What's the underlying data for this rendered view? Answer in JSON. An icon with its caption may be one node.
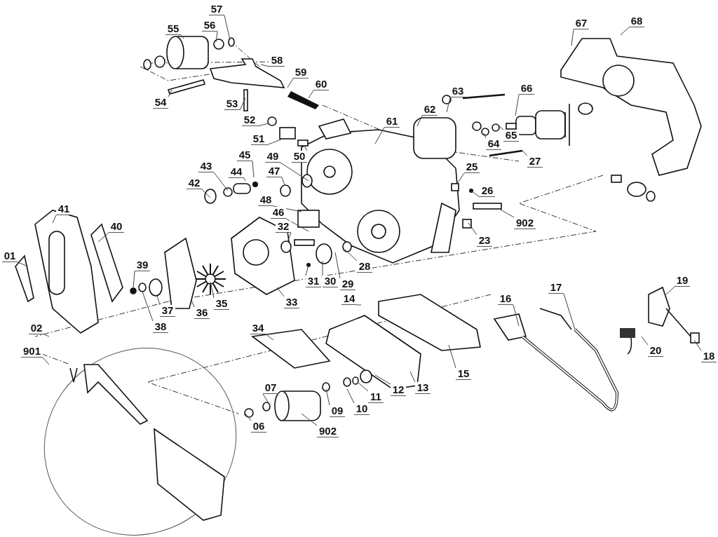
{
  "diagram": {
    "nodes": [
      {
        "text": [
          "57"
        ]
      },
      {
        "text": [
          "68"
        ]
      },
      {
        "text": [
          "67"
        ]
      },
      {
        "text": [
          "56"
        ]
      },
      {
        "text": [
          "55"
        ]
      },
      {
        "text": [
          "58"
        ]
      },
      {
        "text": [
          "59"
        ]
      },
      {
        "text": [
          "60"
        ]
      },
      {
        "text": [
          "66"
        ]
      },
      {
        "text": [
          "63"
        ]
      },
      {
        "text": [
          "54"
        ]
      },
      {
        "text": [
          "53"
        ]
      },
      {
        "text": [
          "62"
        ]
      },
      {
        "text": [
          "61"
        ]
      },
      {
        "text": [
          "52"
        ]
      },
      {
        "text": [
          "51"
        ]
      },
      {
        "text": [
          "65"
        ]
      },
      {
        "text": [
          "64"
        ]
      },
      {
        "text": [
          "49"
        ]
      },
      {
        "text": [
          "50"
        ]
      },
      {
        "text": [
          "45"
        ]
      },
      {
        "text": [
          "27"
        ]
      },
      {
        "text": [
          "43"
        ]
      },
      {
        "text": [
          "25"
        ]
      },
      {
        "text": [
          "44"
        ]
      },
      {
        "text": [
          "47"
        ]
      },
      {
        "text": [
          "42"
        ]
      },
      {
        "text": [
          "26"
        ]
      },
      {
        "text": [
          "48"
        ]
      },
      {
        "text": [
          "41"
        ]
      },
      {
        "text": [
          "46"
        ]
      },
      {
        "text": [
          "902"
        ]
      },
      {
        "text": [
          "40"
        ]
      },
      {
        "text": [
          "32"
        ]
      },
      {
        "text": [
          "23"
        ]
      },
      {
        "text": [
          "01"
        ]
      },
      {
        "text": [
          "39"
        ]
      },
      {
        "text": [
          "28"
        ]
      },
      {
        "text": [
          "31"
        ]
      },
      {
        "text": [
          "30"
        ]
      },
      {
        "text": [
          "29"
        ]
      },
      {
        "text": [
          "19"
        ]
      },
      {
        "text": [
          "17"
        ]
      },
      {
        "text": [
          "16"
        ]
      },
      {
        "text": [
          "14"
        ]
      },
      {
        "text": [
          "35"
        ]
      },
      {
        "text": [
          "33"
        ]
      },
      {
        "text": [
          "37"
        ]
      },
      {
        "text": [
          "36"
        ]
      },
      {
        "text": [
          "38"
        ]
      },
      {
        "text": [
          "34"
        ]
      },
      {
        "text": [
          "02"
        ]
      },
      {
        "text": [
          "901"
        ]
      },
      {
        "text": [
          "20"
        ]
      },
      {
        "text": [
          "18"
        ]
      },
      {
        "text": [
          "15"
        ]
      },
      {
        "text": [
          "13"
        ]
      },
      {
        "text": [
          "12"
        ]
      },
      {
        "text": [
          "07"
        ]
      },
      {
        "text": [
          "11"
        ]
      },
      {
        "text": [
          "10"
        ]
      },
      {
        "text": [
          "09"
        ]
      },
      {
        "text": [
          "06"
        ]
      },
      {
        "text": [
          "902"
        ]
      },
      {
        "text": [],
        "shape": "circle"
      },
      {
        "text": [],
        "shape": "circle"
      },
      {
        "text": [],
        "shape": "bar"
      },
      {
        "text": [],
        "shape": "circle"
      },
      {
        "text": [],
        "shape": "picture"
      },
      {
        "text": [],
        "shape": "box"
      },
      {
        "text": [],
        "shape": "circle"
      },
      {
        "text": [],
        "shape": "box"
      },
      {
        "text": [],
        "shape": "circle"
      }
    ],
    "edges": [
      {
        "from": 0,
        "to": null,
        "arrow": "none"
      },
      {
        "from": 1,
        "to": null,
        "arrow": "none"
      },
      {
        "from": 2,
        "to": null,
        "arrow": "none"
      },
      {
        "from": 3,
        "to": null,
        "arrow": "none"
      },
      {
        "from": 4,
        "to": null,
        "arrow": "none"
      },
      {
        "from": 5,
        "to": null,
        "arrow": "none"
      },
      {
        "from": 6,
        "to": null,
        "arrow": "none"
      },
      {
        "from": 7,
        "to": null,
        "arrow": "none"
      },
      {
        "from": 8,
        "to": null,
        "arrow": "none"
      },
      {
        "from": 9,
        "to": null,
        "arrow": "none"
      },
      {
        "from": 10,
        "to": null,
        "arrow": "none"
      },
      {
        "from": 11,
        "to": null,
        "arrow": "none"
      },
      {
        "from": 12,
        "to": null,
        "arrow": "none"
      },
      {
        "from": 13,
        "to": null,
        "arrow": "none"
      },
      {
        "from": 14,
        "to": 64,
        "arrow": "none"
      },
      {
        "from": 15,
        "to": 69,
        "arrow": "none"
      },
      {
        "from": 16,
        "to": null,
        "arrow": "none"
      },
      {
        "from": 17,
        "to": null,
        "arrow": "none"
      },
      {
        "from": 18,
        "to": null,
        "arrow": "none"
      },
      {
        "from": 19,
        "to": 71,
        "arrow": "none"
      },
      {
        "from": 20,
        "to": null,
        "arrow": "none"
      },
      {
        "from": 21,
        "to": null,
        "arrow": "none"
      },
      {
        "from": 22,
        "to": null,
        "arrow": "none"
      },
      {
        "from": 23,
        "to": null,
        "arrow": "none"
      },
      {
        "from": 24,
        "to": null,
        "arrow": "none"
      },
      {
        "from": 25,
        "to": 65,
        "arrow": "none"
      },
      {
        "from": 26,
        "to": null,
        "arrow": "none"
      },
      {
        "from": 27,
        "to": null,
        "arrow": "none"
      },
      {
        "from": 28,
        "to": null,
        "arrow": "none"
      },
      {
        "from": 29,
        "to": null,
        "arrow": "none"
      },
      {
        "from": 30,
        "to": null,
        "arrow": "none"
      },
      {
        "from": 31,
        "to": 66,
        "arrow": "none"
      },
      {
        "from": 32,
        "to": null,
        "arrow": "none"
      },
      {
        "from": 33,
        "to": null,
        "arrow": "none"
      },
      {
        "from": 34,
        "to": null,
        "arrow": "none"
      },
      {
        "from": 35,
        "to": null,
        "arrow": "none"
      },
      {
        "from": 36,
        "to": 72,
        "arrow": "none"
      },
      {
        "from": 37,
        "to": null,
        "arrow": "none"
      },
      {
        "from": 38,
        "to": null,
        "arrow": "none"
      },
      {
        "from": 39,
        "to": null,
        "arrow": "none"
      },
      {
        "from": 40,
        "to": null,
        "arrow": "none"
      },
      {
        "from": 41,
        "to": null,
        "arrow": "none"
      },
      {
        "from": 42,
        "to": null,
        "arrow": "none"
      },
      {
        "from": 43,
        "to": null,
        "arrow": "none"
      },
      {
        "from": 44,
        "to": null,
        "arrow": "none"
      },
      {
        "from": 45,
        "to": null,
        "arrow": "none"
      },
      {
        "from": 46,
        "to": null,
        "arrow": "none"
      },
      {
        "from": 47,
        "to": 67,
        "arrow": "none"
      },
      {
        "from": 48,
        "to": 68,
        "arrow": "none"
      },
      {
        "from": 49,
        "to": 70,
        "arrow": "none"
      },
      {
        "from": 50,
        "to": null,
        "arrow": "none"
      },
      {
        "from": 51,
        "to": null,
        "arrow": "none"
      },
      {
        "from": 52,
        "to": null,
        "arrow": "none"
      },
      {
        "from": 53,
        "to": null,
        "arrow": "none"
      },
      {
        "from": 54,
        "to": null,
        "arrow": "none"
      },
      {
        "from": 55,
        "to": null,
        "arrow": "none"
      },
      {
        "from": 56,
        "to": null,
        "arrow": "none"
      },
      {
        "from": 57,
        "to": null,
        "arrow": "none"
      },
      {
        "from": 58,
        "to": null,
        "arrow": "none"
      },
      {
        "from": 59,
        "to": null,
        "arrow": "none"
      },
      {
        "from": 60,
        "to": null,
        "arrow": "none"
      },
      {
        "from": 61,
        "to": null,
        "arrow": "none"
      },
      {
        "from": 62,
        "to": null,
        "arrow": "none"
      },
      {
        "from": 63,
        "to": null,
        "arrow": "none"
      }
    ]
  }
}
